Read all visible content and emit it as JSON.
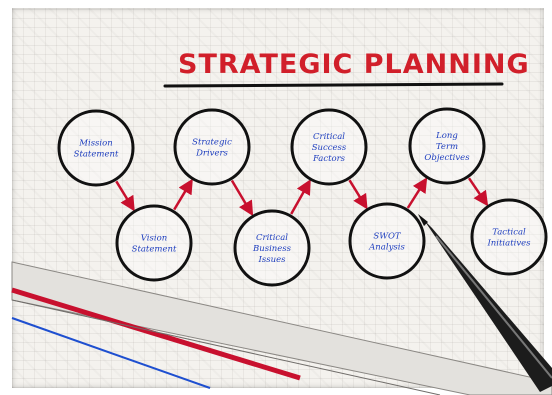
{
  "title": "STRATEGIC PLANNING",
  "colors": {
    "title": "#d11f2a",
    "node_text": "#1f3fbf",
    "node_outline": "#111111",
    "arrow": "#c8102e",
    "ruler_red": "#c8102e",
    "ruler_blue": "#1e4fd0"
  },
  "nodes": [
    {
      "id": "mission",
      "lines": [
        "Mission",
        "Statement"
      ]
    },
    {
      "id": "vision",
      "lines": [
        "Vision",
        "Statement"
      ]
    },
    {
      "id": "drivers",
      "lines": [
        "Strategic",
        "Drivers"
      ]
    },
    {
      "id": "issues",
      "lines": [
        "Critical",
        "Business",
        "Issues"
      ]
    },
    {
      "id": "csf",
      "lines": [
        "Critical",
        "Success",
        "Factors"
      ]
    },
    {
      "id": "swot",
      "lines": [
        "SWOT",
        "Analysis"
      ]
    },
    {
      "id": "objectives",
      "lines": [
        "Long",
        "Term",
        "Objectives"
      ]
    },
    {
      "id": "tactical",
      "lines": [
        "Tactical",
        "Initiatives"
      ]
    }
  ],
  "flow": [
    [
      "mission",
      "vision"
    ],
    [
      "vision",
      "drivers"
    ],
    [
      "drivers",
      "issues"
    ],
    [
      "issues",
      "csf"
    ],
    [
      "csf",
      "swot"
    ],
    [
      "swot",
      "objectives"
    ],
    [
      "objectives",
      "tactical"
    ]
  ]
}
